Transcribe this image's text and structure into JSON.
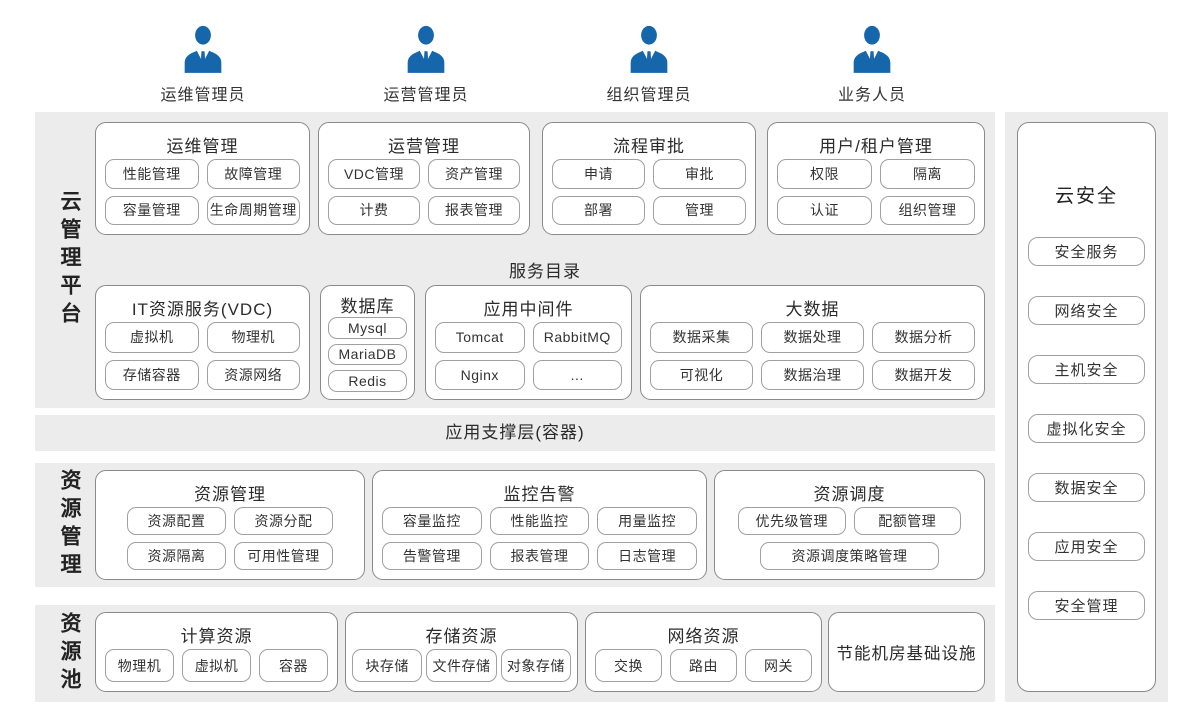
{
  "colors": {
    "accent_blue": "#1666ab",
    "band_bg": "#ececec",
    "box_border": "#8a8a8a",
    "text": "#2d2d2d"
  },
  "actors": [
    {
      "label": "运维管理员"
    },
    {
      "label": "运营管理员"
    },
    {
      "label": "组织管理员"
    },
    {
      "label": "业务人员"
    }
  ],
  "platform": {
    "label": "云管理平台",
    "row1": [
      {
        "title": "运维管理",
        "items": [
          "性能管理",
          "故障管理",
          "容量管理",
          "生命周期管理"
        ]
      },
      {
        "title": "运营管理",
        "items": [
          "VDC管理",
          "资产管理",
          "计费",
          "报表管理"
        ]
      },
      {
        "title": "流程审批",
        "items": [
          "申请",
          "审批",
          "部署",
          "管理"
        ]
      },
      {
        "title": "用户/租户管理",
        "items": [
          "权限",
          "隔离",
          "认证",
          "组织管理"
        ]
      }
    ],
    "service_catalog_title": "服务目录",
    "row2": [
      {
        "title": "IT资源服务(VDC)",
        "items": [
          "虚拟机",
          "物理机",
          "存储容器",
          "资源网络"
        ]
      },
      {
        "title": "数据库",
        "items": [
          "Mysql",
          "MariaDB",
          "Redis"
        ]
      },
      {
        "title": "应用中间件",
        "items": [
          "Tomcat",
          "RabbitMQ",
          "Nginx",
          "..."
        ]
      },
      {
        "title": "大数据",
        "items": [
          "数据采集",
          "数据处理",
          "数据分析",
          "可视化",
          "数据治理",
          "数据开发"
        ]
      }
    ]
  },
  "app_support": {
    "title": "应用支撑层(容器)"
  },
  "resource_mgmt": {
    "label": "资源管理",
    "boxes": [
      {
        "title": "资源管理",
        "items": [
          "资源配置",
          "资源分配",
          "资源隔离",
          "可用性管理"
        ]
      },
      {
        "title": "监控告警",
        "items": [
          "容量监控",
          "性能监控",
          "用量监控",
          "告警管理",
          "报表管理",
          "日志管理"
        ]
      },
      {
        "title": "资源调度",
        "items": [
          "优先级管理",
          "配额管理",
          "资源调度策略管理"
        ]
      }
    ]
  },
  "resource_pool": {
    "label": "资源池",
    "boxes": [
      {
        "title": "计算资源",
        "items": [
          "物理机",
          "虚拟机",
          "容器"
        ]
      },
      {
        "title": "存储资源",
        "items": [
          "块存储",
          "文件存储",
          "对象存储"
        ]
      },
      {
        "title": "网络资源",
        "items": [
          "交换",
          "路由",
          "网关"
        ]
      },
      {
        "title": "节能机房基础设施"
      }
    ]
  },
  "security": {
    "title": "云安全",
    "items": [
      "安全服务",
      "网络安全",
      "主机安全",
      "虚拟化安全",
      "数据安全",
      "应用安全",
      "安全管理"
    ]
  }
}
